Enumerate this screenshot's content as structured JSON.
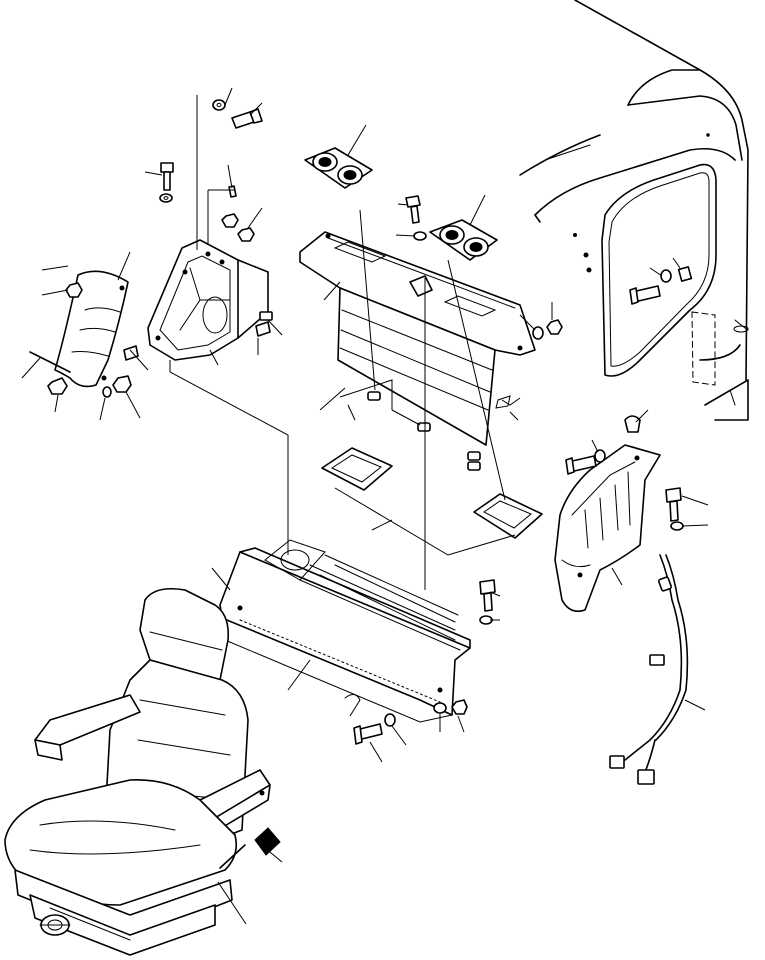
{
  "diagram": {
    "type": "exploded parts illustration",
    "background": "#ffffff",
    "line_color": "#000000",
    "parts": [
      {
        "name": "cab-shell"
      },
      {
        "name": "cab-door-window"
      },
      {
        "name": "left-side-cover"
      },
      {
        "name": "left-bracket"
      },
      {
        "name": "speaker-left"
      },
      {
        "name": "speaker-right"
      },
      {
        "name": "rear-panel"
      },
      {
        "name": "duct-cover-left"
      },
      {
        "name": "duct-cover-right"
      },
      {
        "name": "floor-tray"
      },
      {
        "name": "right-console-cover"
      },
      {
        "name": "wire-harness"
      },
      {
        "name": "operator-seat"
      },
      {
        "name": "seat-lever-grip"
      },
      {
        "name": "bolts"
      },
      {
        "name": "washers"
      },
      {
        "name": "nuts"
      },
      {
        "name": "clips"
      }
    ]
  }
}
